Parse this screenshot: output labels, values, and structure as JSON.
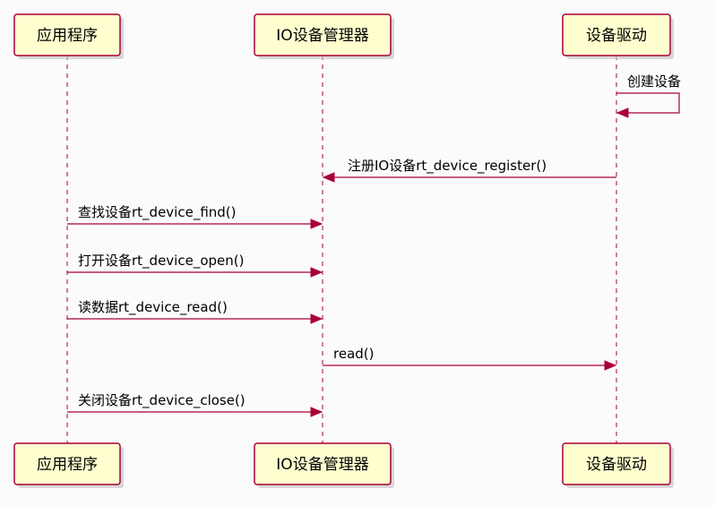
{
  "participants": [
    {
      "id": "app",
      "label": "应用程序"
    },
    {
      "id": "io",
      "label": "IO设备管理器"
    },
    {
      "id": "drv",
      "label": "设备驱动"
    }
  ],
  "messages": [
    {
      "from": "drv",
      "to": "drv",
      "label": "创建设备"
    },
    {
      "from": "drv",
      "to": "io",
      "label": "注册IO设备rt_device_register()"
    },
    {
      "from": "app",
      "to": "io",
      "label": "查找设备rt_device_find()"
    },
    {
      "from": "app",
      "to": "io",
      "label": "打开设备rt_device_open()"
    },
    {
      "from": "app",
      "to": "io",
      "label": "读数据rt_device_read()"
    },
    {
      "from": "io",
      "to": "drv",
      "label": "read()"
    },
    {
      "from": "app",
      "to": "io",
      "label": "关闭设备rt_device_close()"
    }
  ],
  "colors": {
    "border": "#A80036",
    "fill": "#FEFECE"
  }
}
